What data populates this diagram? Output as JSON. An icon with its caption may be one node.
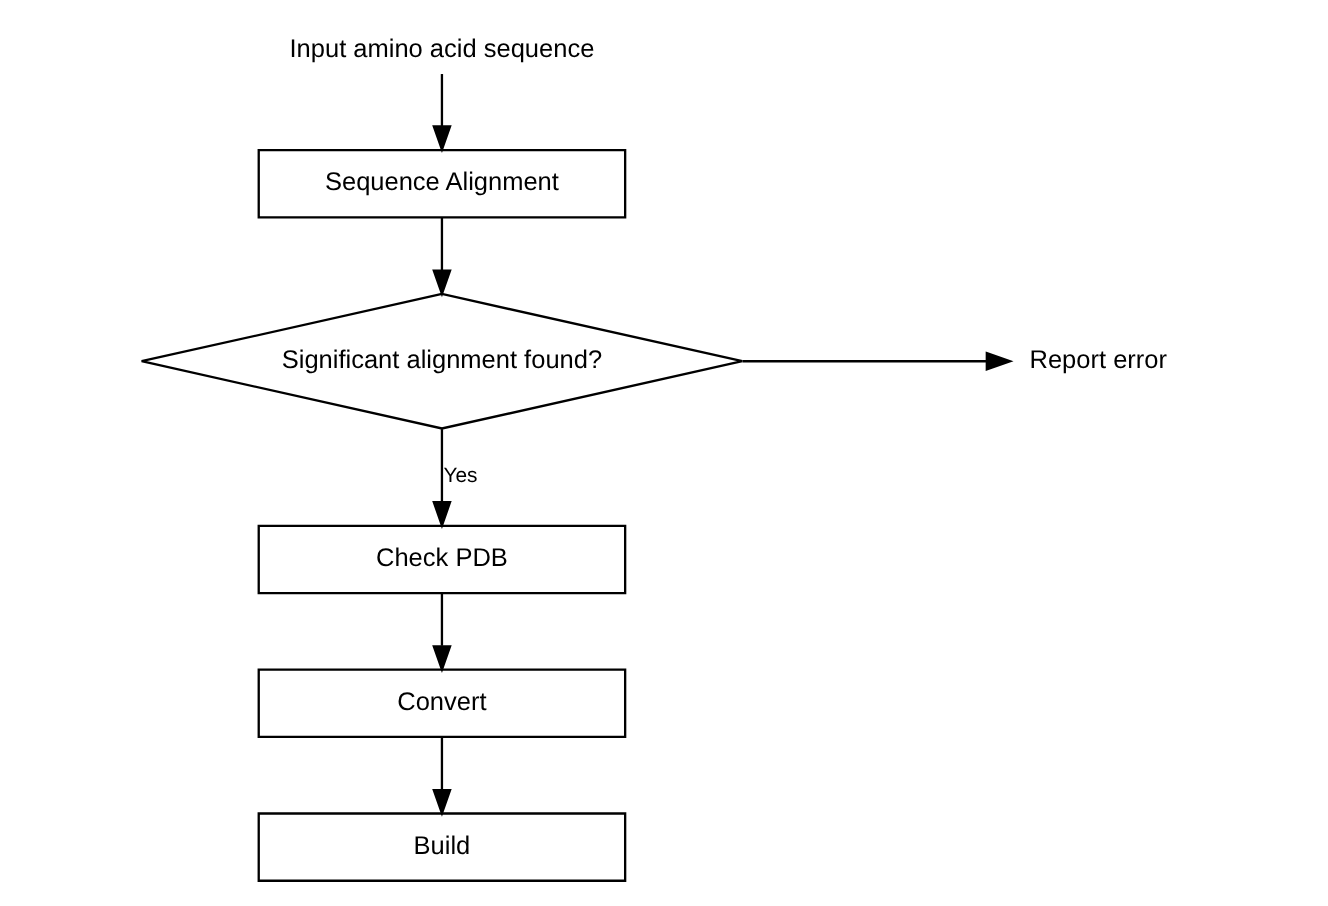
{
  "diagram": {
    "nodes": [
      {
        "text": [
          "Input amino acid sequence"
        ]
      },
      {
        "text": [
          "Sequence Alignment"
        ]
      },
      {
        "text": [
          "Significant alignment found?"
        ]
      },
      {
        "text": [
          "Report error"
        ]
      },
      {
        "text": [
          "Check PDB"
        ]
      },
      {
        "text": [
          "Convert"
        ]
      },
      {
        "text": [
          "Build"
        ]
      }
    ],
    "edges": [
      {
        "from": 0,
        "to": 1,
        "arrow": "to"
      },
      {
        "from": 1,
        "to": 2,
        "arrow": "to"
      },
      {
        "from": 2,
        "to": 3,
        "arrow": "to"
      },
      {
        "from": 2,
        "to": 4,
        "arrow": "to",
        "label": "Yes"
      },
      {
        "from": 4,
        "to": 5,
        "arrow": "to"
      },
      {
        "from": 5,
        "to": 6,
        "arrow": "to"
      }
    ]
  }
}
